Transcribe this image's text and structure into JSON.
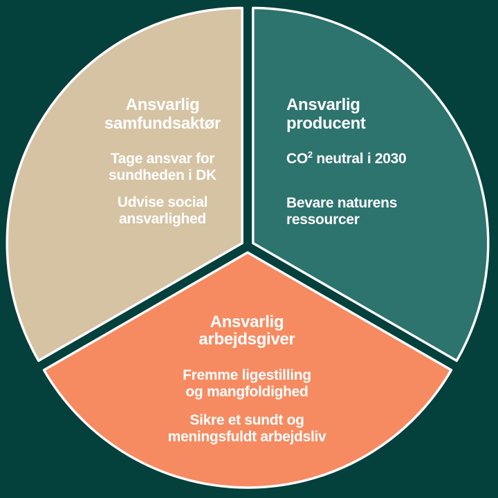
{
  "canvas": {
    "background_color": "#04403c",
    "divider_color": "#ffffff",
    "text_color": "#ffffff"
  },
  "chart_data": {
    "type": "pie",
    "title": "",
    "categories": [
      "Ansvarlig producent",
      "Ansvarlig arbejdsgiver",
      "Ansvarlig samfundsaktør"
    ],
    "values": [
      33.33,
      33.33,
      33.33
    ],
    "colors": [
      "#2d736e",
      "#f68b62",
      "#d5c3a4"
    ],
    "legend_position": "none",
    "annotations": [
      "CO2 neutral i 2030",
      "Bevare naturens ressourcer",
      "Fremme ligestilling og mangfoldighed",
      "Sikre et sundt og meningsfuldt arbejdsliv",
      "Tage ansvar for sundheden i DK",
      "Udvise social ansvarlighed"
    ]
  },
  "segments": {
    "samfund": {
      "color": "#d5c3a4",
      "heading_line1": "Ansvarlig",
      "heading_line2": "samfundsaktør",
      "item1_line1": "Tage ansvar for",
      "item1_line2": "sundheden i DK",
      "item2_line1": "Udvise social",
      "item2_line2": "ansvarlighed"
    },
    "producent": {
      "color": "#2d736e",
      "heading_line1": "Ansvarlig",
      "heading_line2": "producent",
      "item1_prefix": "CO",
      "item1_sup": "2",
      "item1_rest": " neutral i 2030",
      "item2_line1": "Bevare naturens",
      "item2_line2": "ressourcer"
    },
    "arbejdsgiver": {
      "color": "#f68b62",
      "heading_line1": "Ansvarlig",
      "heading_line2": "arbejdsgiver",
      "item1_line1": "Fremme ligestilling",
      "item1_line2": "og mangfoldighed",
      "item2_line1": "Sikre et sundt og",
      "item2_line2": "meningsfuldt arbejdsliv"
    }
  }
}
